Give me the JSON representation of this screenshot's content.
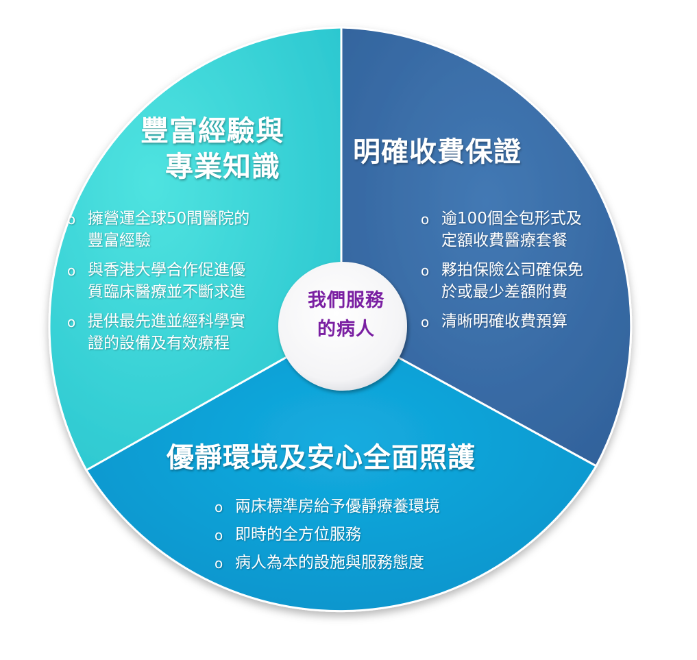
{
  "segments": {
    "experience": {
      "title_line1": "豐富經驗與",
      "title_line2": "專業知識",
      "bullets": [
        "擁營運全球50間醫院的",
        "豐富經驗",
        "與香港大學合作促進優",
        "質臨床醫療並不斷求進",
        "提供最先進並經科學實",
        "證的設備及有效療程"
      ],
      "color": "#3dd6d6"
    },
    "fees": {
      "title": "明確收費保證",
      "bullets": [
        "逾100個全包形式及",
        "定額收費醫療套餐",
        "夥拍保險公司確保免",
        "於或最少差額附費",
        "清晰明確收費預算"
      ],
      "color": "#3a6ea8"
    },
    "environment": {
      "title": "優靜環境及安心全面照護",
      "bullets": [
        "兩床標準房給予優靜療養環境",
        "即時的全方位服務",
        "病人為本的設施與服務態度"
      ],
      "color": "#0e9fd6"
    }
  },
  "center": {
    "line1": "我們服務",
    "line2": "的病人",
    "color": "#7a1fa2"
  },
  "bullet_marker": "o"
}
